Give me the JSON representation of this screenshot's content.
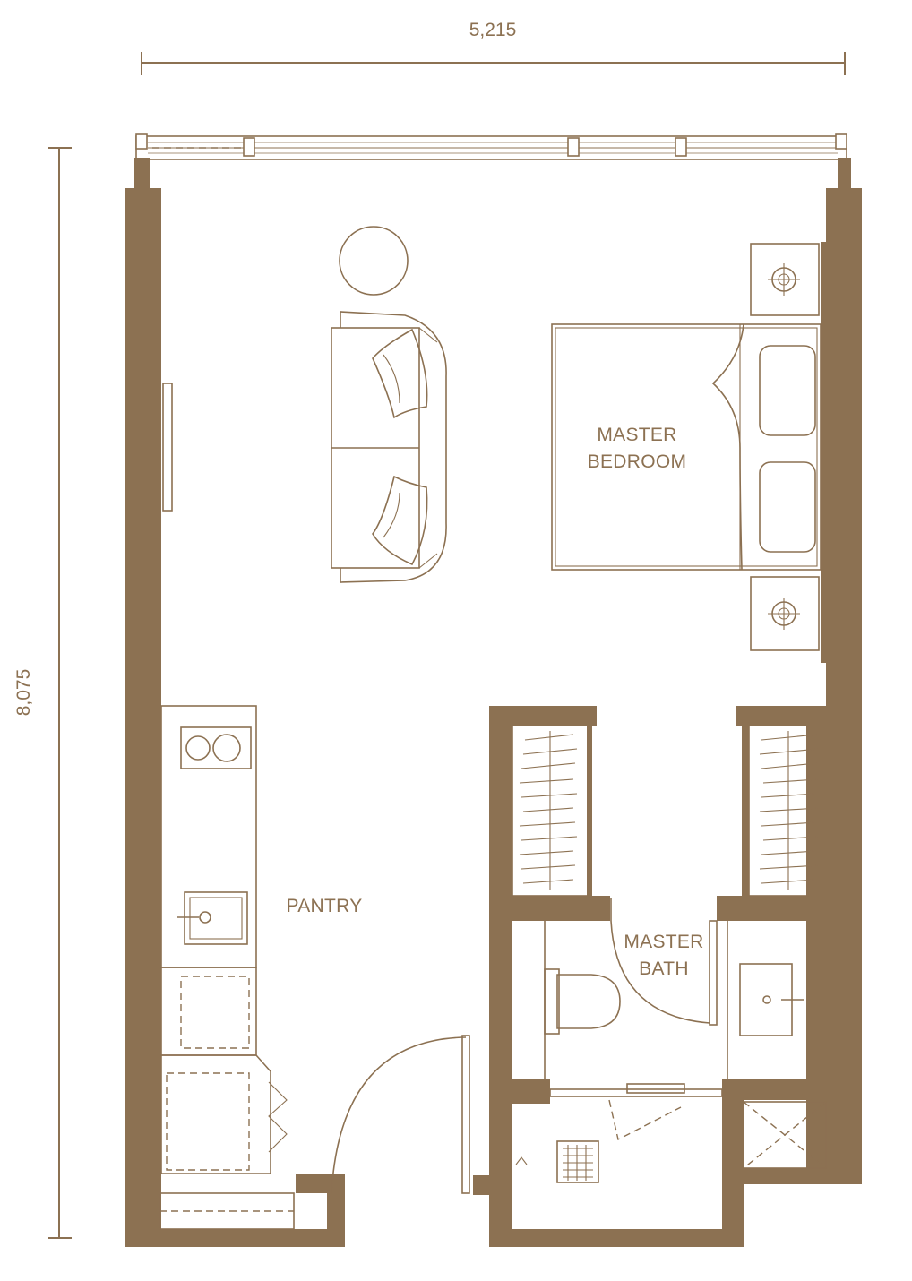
{
  "dimensions": {
    "width_label": "5,215",
    "depth_label": "8,075"
  },
  "rooms": {
    "bedroom_line1": "MASTER",
    "bedroom_line2": "BEDROOM",
    "pantry": "PANTRY",
    "bath_line1": "MASTER",
    "bath_line2": "BATH"
  },
  "colors": {
    "wall": "#8c7152",
    "background": "#ffffff"
  }
}
